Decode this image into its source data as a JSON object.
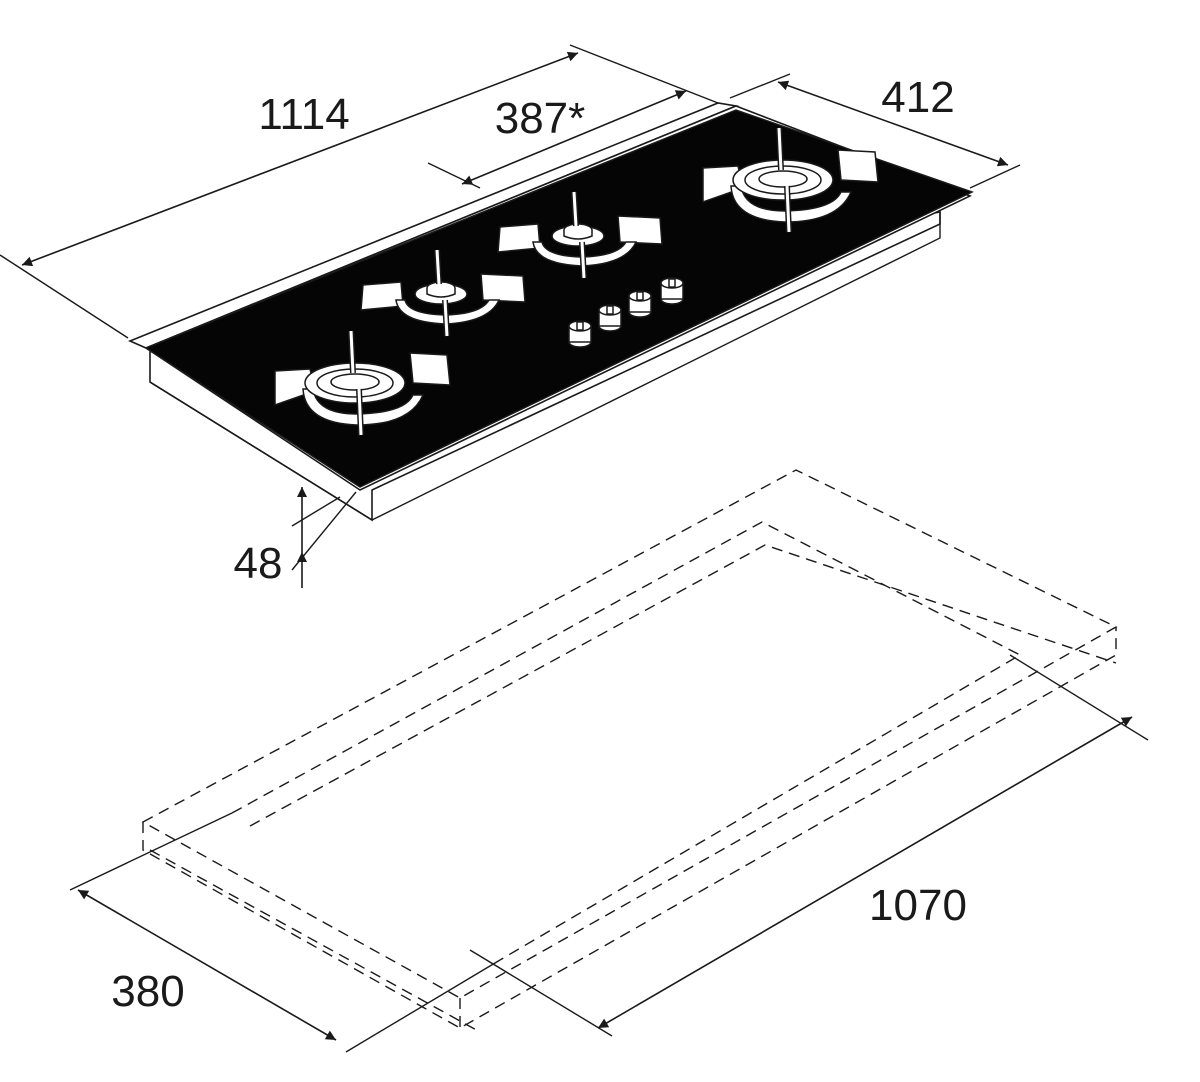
{
  "dimensions": {
    "overall_length": "1114",
    "rear_rail_length": "387*",
    "overall_depth": "412",
    "height": "48",
    "cutout_length": "1070",
    "cutout_depth": "380"
  },
  "colors": {
    "glass": "#050505",
    "line": "#1a1a1a",
    "background": "#ffffff"
  }
}
